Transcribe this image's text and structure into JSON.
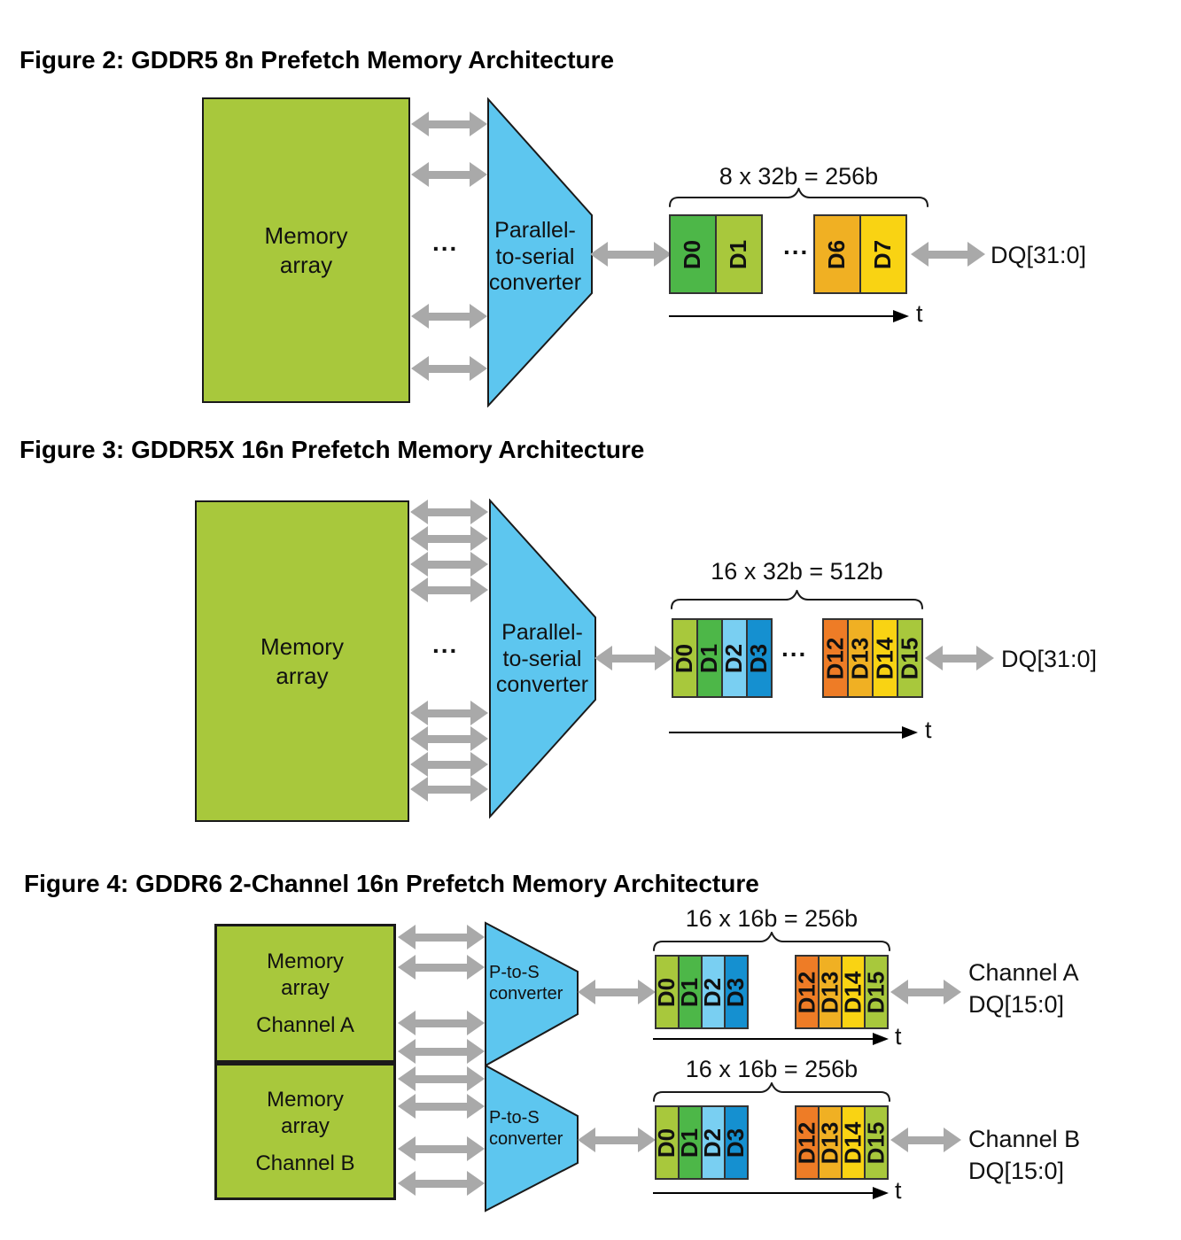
{
  "colors": {
    "lime": "#a8c83c",
    "green": "#4db748",
    "light_blue": "#79cff2",
    "blue": "#1590d0",
    "orange": "#ee7c26",
    "amber": "#f0b023",
    "yellow": "#f9d313",
    "converter_blue": "#5dc6ef",
    "arrow_gray": "#a9a9a9"
  },
  "figure2": {
    "title": "Figure 2: GDDR5 8n Prefetch Memory Architecture",
    "memory_array_label": "Memory\narray",
    "bus_ellipsis": "...",
    "converter_label": "Parallel-\nto-serial\nconverter",
    "burst_label": "8 x 32b = 256b",
    "blocks_left": [
      {
        "label": "D0",
        "color": "#4db748"
      },
      {
        "label": "D1",
        "color": "#a8c83c"
      }
    ],
    "blocks_ellipsis": "...",
    "blocks_right": [
      {
        "label": "D6",
        "color": "#f0b023"
      },
      {
        "label": "D7",
        "color": "#f9d313"
      }
    ],
    "time_label": "t",
    "output_label": "DQ[31:0]"
  },
  "figure3": {
    "title": "Figure 3: GDDR5X 16n Prefetch Memory Architecture",
    "memory_array_label": "Memory\narray",
    "bus_ellipsis": "...",
    "converter_label": "Parallel-\nto-serial\nconverter",
    "burst_label": "16 x 32b = 512b",
    "blocks_left": [
      {
        "label": "D0",
        "color": "#a8c83c"
      },
      {
        "label": "D1",
        "color": "#4db748"
      },
      {
        "label": "D2",
        "color": "#79cff2"
      },
      {
        "label": "D3",
        "color": "#1590d0"
      }
    ],
    "blocks_ellipsis": "...",
    "blocks_right": [
      {
        "label": "D12",
        "color": "#ee7c26"
      },
      {
        "label": "D13",
        "color": "#f0b023"
      },
      {
        "label": "D14",
        "color": "#f9d313"
      },
      {
        "label": "D15",
        "color": "#a8c83c"
      }
    ],
    "time_label": "t",
    "output_label": "DQ[31:0]"
  },
  "figure4": {
    "title": "Figure 4: GDDR6 2-Channel 16n Prefetch Memory Architecture",
    "channels": [
      {
        "memory_array_label": "Memory\narray",
        "channel_label": "Channel A",
        "converter_label": "P-to-S\nconverter",
        "burst_label": "16 x 16b = 256b",
        "blocks_left": [
          {
            "label": "D0",
            "color": "#a8c83c"
          },
          {
            "label": "D1",
            "color": "#4db748"
          },
          {
            "label": "D2",
            "color": "#79cff2"
          },
          {
            "label": "D3",
            "color": "#1590d0"
          }
        ],
        "blocks_right": [
          {
            "label": "D12",
            "color": "#ee7c26"
          },
          {
            "label": "D13",
            "color": "#f0b023"
          },
          {
            "label": "D14",
            "color": "#f9d313"
          },
          {
            "label": "D15",
            "color": "#a8c83c"
          }
        ],
        "time_label": "t",
        "output_line1": "Channel A",
        "output_line2": "DQ[15:0]"
      },
      {
        "memory_array_label": "Memory\narray",
        "channel_label": "Channel B",
        "converter_label": "P-to-S\nconverter",
        "burst_label": "16 x 16b = 256b",
        "blocks_left": [
          {
            "label": "D0",
            "color": "#a8c83c"
          },
          {
            "label": "D1",
            "color": "#4db748"
          },
          {
            "label": "D2",
            "color": "#79cff2"
          },
          {
            "label": "D3",
            "color": "#1590d0"
          }
        ],
        "blocks_right": [
          {
            "label": "D12",
            "color": "#ee7c26"
          },
          {
            "label": "D13",
            "color": "#f0b023"
          },
          {
            "label": "D14",
            "color": "#f9d313"
          },
          {
            "label": "D15",
            "color": "#a8c83c"
          }
        ],
        "time_label": "t",
        "output_line1": "Channel B",
        "output_line2": "DQ[15:0]"
      }
    ]
  }
}
